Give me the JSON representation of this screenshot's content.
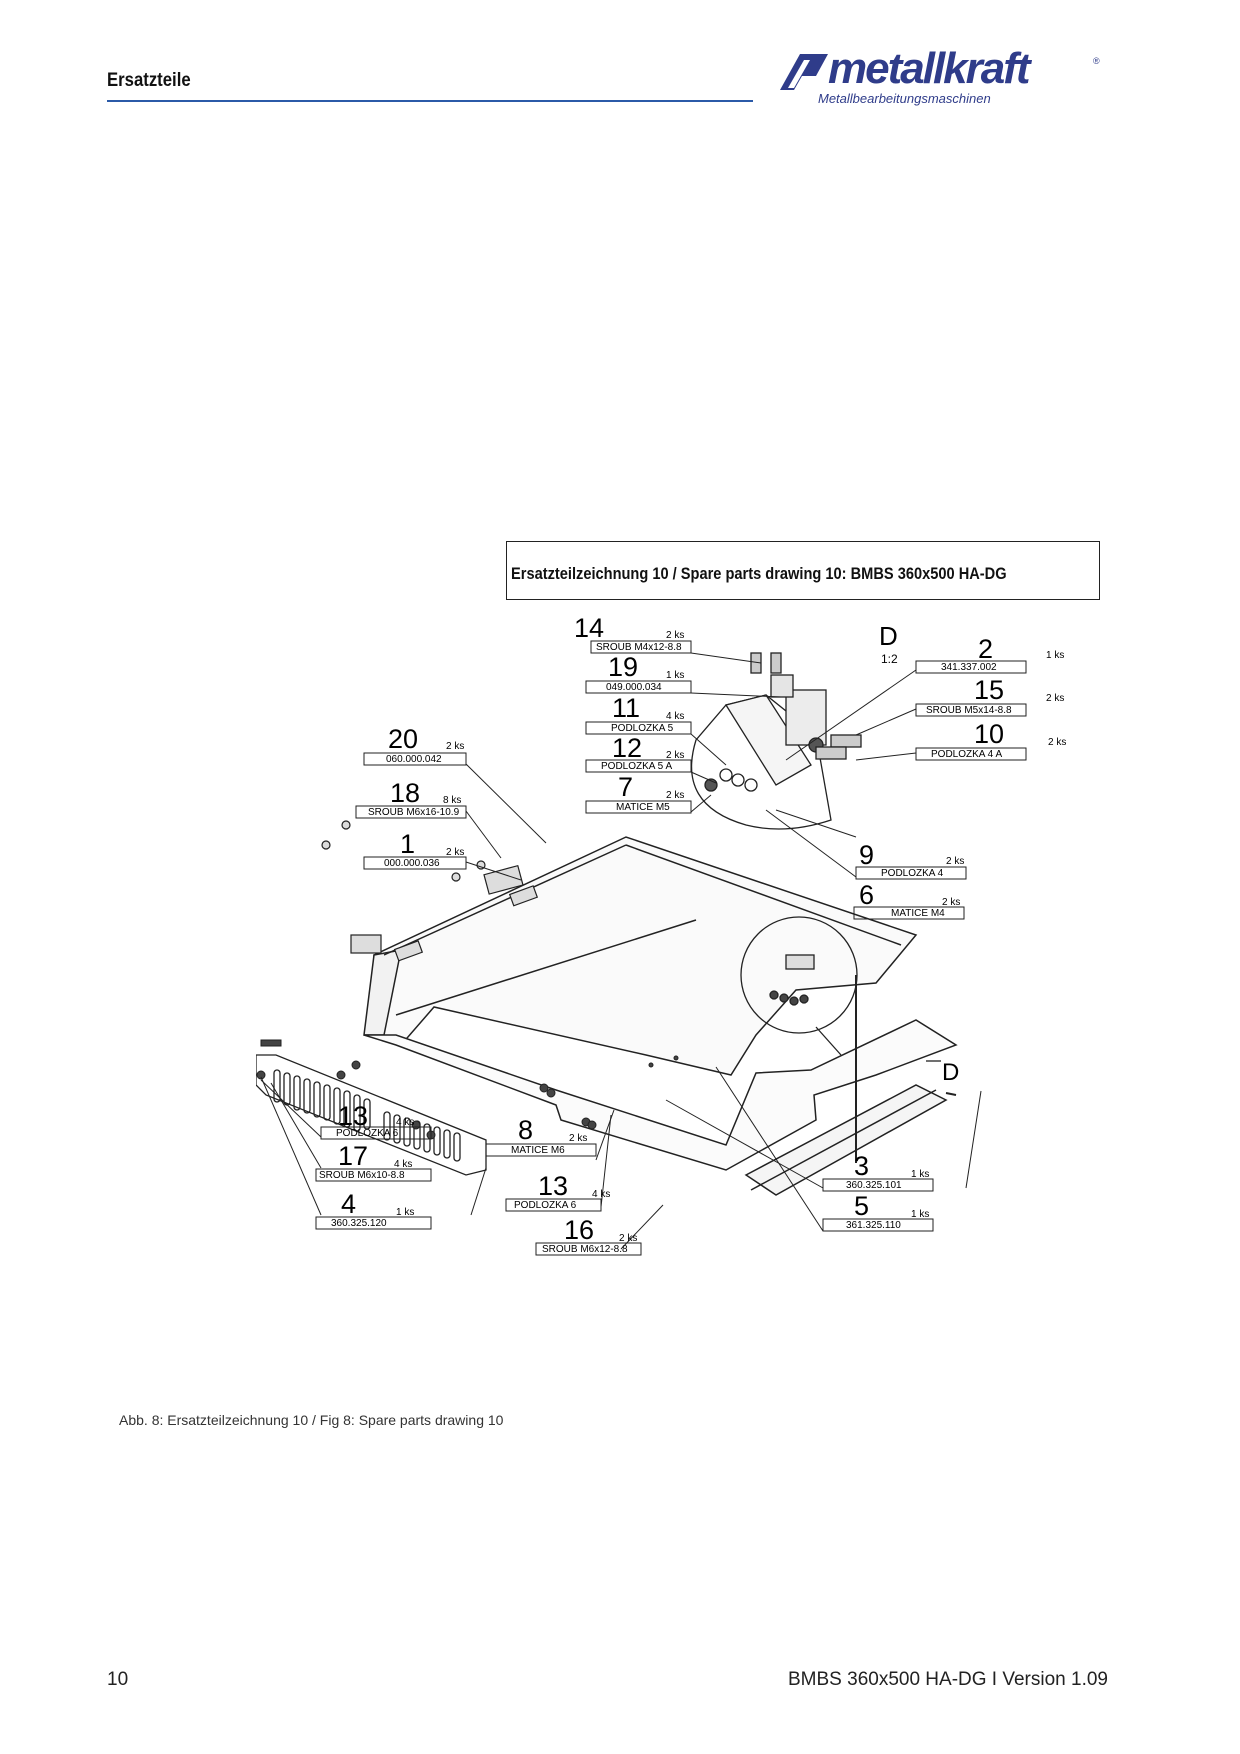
{
  "header": {
    "title": "Ersatzteile"
  },
  "logo": {
    "word": "metallkraft",
    "sub": "Metallbearbeitungsmaschinen",
    "reg": "®"
  },
  "drawing_title": "Ersatzteilzeichnung 10 / Spare parts drawing 10: BMBS 360x500 HA-DG",
  "detail": {
    "letter": "D",
    "scale": "1:2",
    "letter_bottom": "D"
  },
  "callouts": [
    {
      "num": "14",
      "qty": "2 ks",
      "label": "SROUB M4x12-8.8"
    },
    {
      "num": "19",
      "qty": "1 ks",
      "label": "049.000.034"
    },
    {
      "num": "11",
      "qty": "4 ks",
      "label": "PODLOZKA 5"
    },
    {
      "num": "12",
      "qty": "2 ks",
      "label": "PODLOZKA 5 A"
    },
    {
      "num": "7",
      "qty": "2 ks",
      "label": "MATICE M5"
    },
    {
      "num": "20",
      "qty": "2 ks",
      "label": "060.000.042"
    },
    {
      "num": "18",
      "qty": "8 ks",
      "label": "SROUB M6x16-10.9"
    },
    {
      "num": "1",
      "qty": "2 ks",
      "label": "000.000.036"
    },
    {
      "num": "2",
      "qty": "1 ks",
      "label": "341.337.002"
    },
    {
      "num": "15",
      "qty": "2 ks",
      "label": "SROUB M5x14-8.8"
    },
    {
      "num": "10",
      "qty": "2 ks",
      "label": "PODLOZKA 4 A"
    },
    {
      "num": "9",
      "qty": "2 ks",
      "label": "PODLOZKA 4"
    },
    {
      "num": "6",
      "qty": "2 ks",
      "label": "MATICE M4"
    },
    {
      "num": "13",
      "qty": "4 ks",
      "label": "PODLOZKA 6"
    },
    {
      "num": "17",
      "qty": "4 ks",
      "label": "SROUB M6x10-8.8"
    },
    {
      "num": "4",
      "qty": "1 ks",
      "label": "360.325.120"
    },
    {
      "num": "8",
      "qty": "2 ks",
      "label": "MATICE M6"
    },
    {
      "num": "13",
      "qty": "4 ks",
      "label": "PODLOZKA 6"
    },
    {
      "num": "16",
      "qty": "2 ks",
      "label": "SROUB M6x12-8.8"
    },
    {
      "num": "3",
      "qty": "1 ks",
      "label": "360.325.101"
    },
    {
      "num": "5",
      "qty": "1 ks",
      "label": "361.325.110"
    }
  ],
  "caption": "Abb. 8: Ersatzteilzeichnung 10 / Fig 8: Spare parts drawing 10",
  "footer": {
    "page": "10",
    "model": "BMBS 360x500 HA-DG I Version 1.09"
  }
}
